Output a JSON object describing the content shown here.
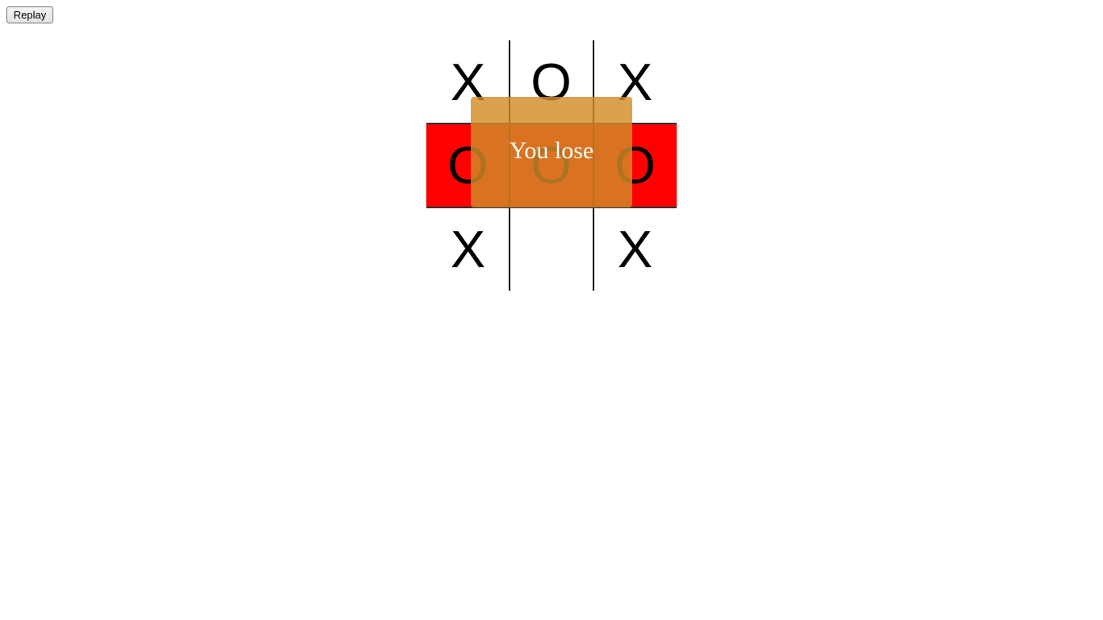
{
  "toolbar": {
    "replay_label": "Replay"
  },
  "board": {
    "cells": [
      "X",
      "O",
      "X",
      "O",
      "O",
      "O",
      "X",
      "",
      "X"
    ],
    "winning_row": 2
  },
  "result": {
    "message": "You lose"
  },
  "colors": {
    "win_highlight": "#ff0000",
    "overlay": "#d28c28",
    "overlay_text": "#ffffff"
  }
}
